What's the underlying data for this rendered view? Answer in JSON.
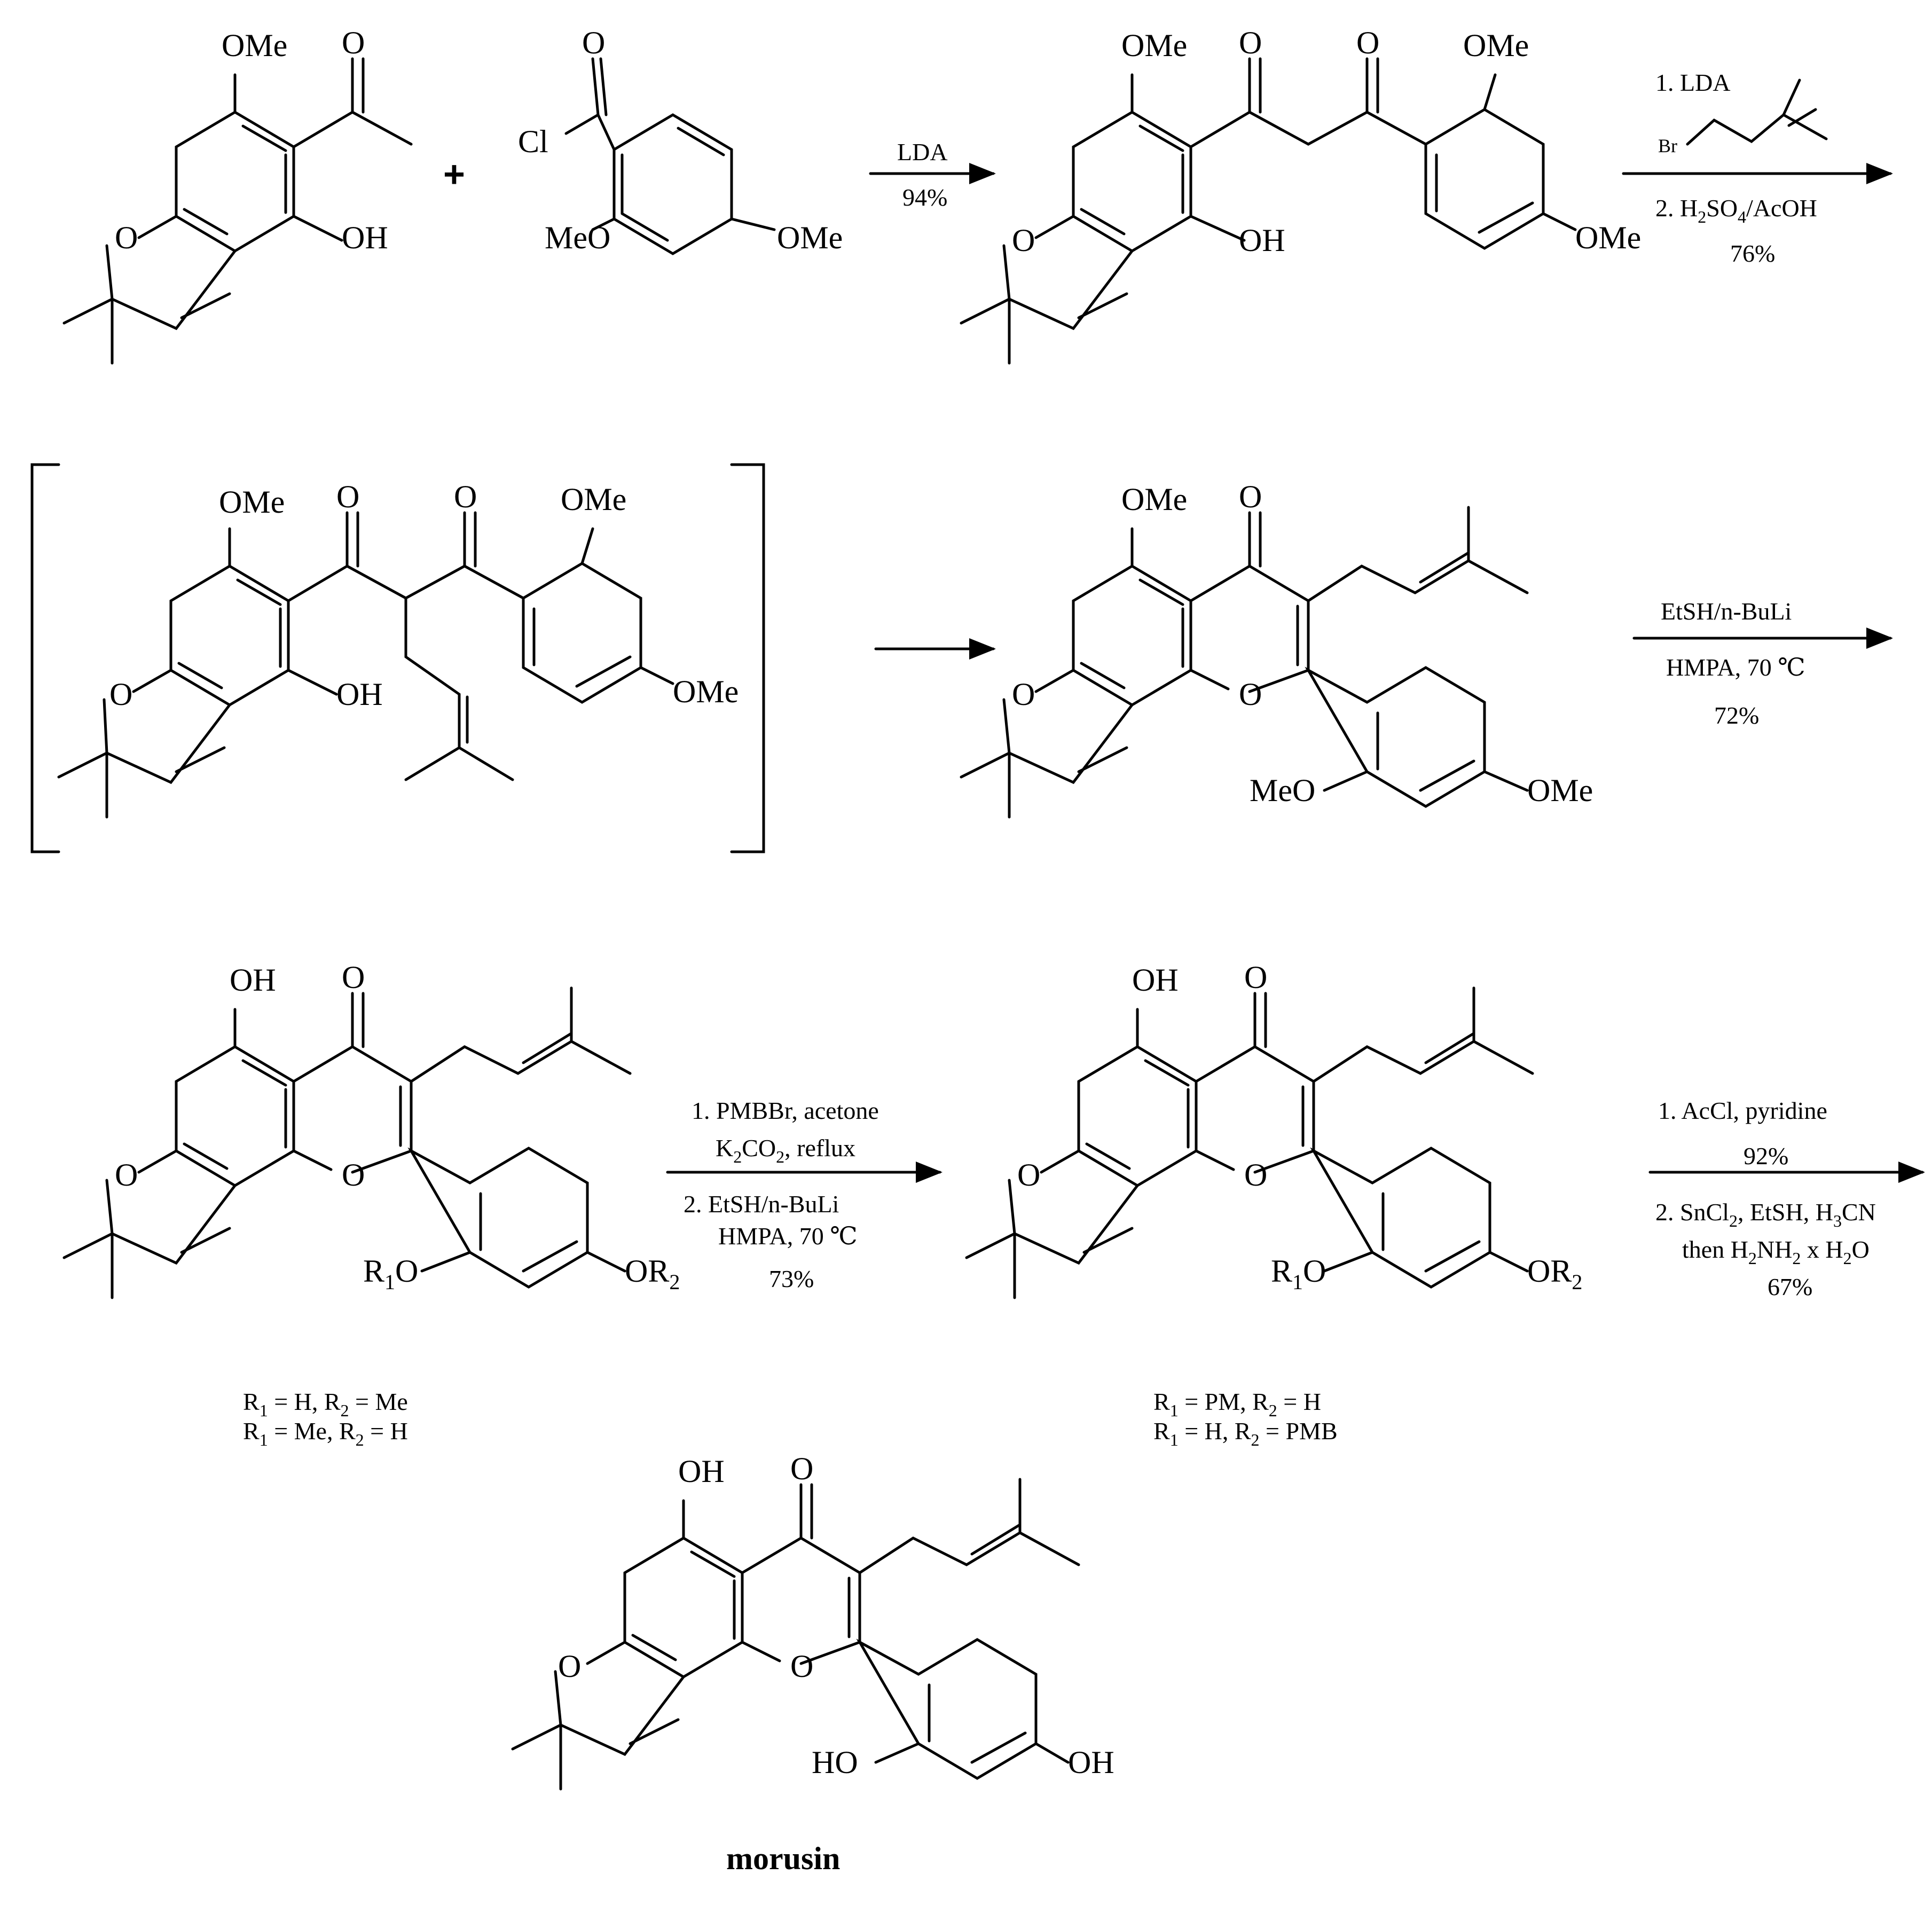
{
  "plus": "+",
  "rings": {
    "OMe": "OMe",
    "OH": "OH",
    "O": "O",
    "Cl": "Cl",
    "MeO": "MeO",
    "HO": "HO",
    "Br": "Br",
    "R": "R",
    "OR": "OR",
    "sub1": "1",
    "sub2": "2"
  },
  "steps": {
    "s1": {
      "top": "LDA",
      "bottom": "94%"
    },
    "s2": {
      "top_num": "1. LDA",
      "top_reagent": "Br",
      "b1": "2.  H",
      "b1_s1": "2",
      "b1_m": "SO",
      "b1_s2": "4",
      "b1_end": "/AcOH",
      "yield": "76%"
    },
    "s3": {},
    "s4": {
      "top": "EtSH/n-BuLi",
      "mid": "HMPA, 70 ℃",
      "yield": "72%"
    },
    "s5": {
      "l1": "1. PMBBr, acetone",
      "l2a": "K",
      "l2s1": "2",
      "l2b": "CO",
      "l2s2": "2",
      "l2c": ", reflux",
      "l3": "2. EtSH/n-BuLi",
      "l4": "HMPA, 70 ℃",
      "yield": "73%"
    },
    "s6": {
      "l1": "1. AcCl, pyridine",
      "l2": "92%",
      "l3a": "2. SnCl",
      "l3s": "2",
      "l3b": ", EtSH, H",
      "l3s2": "3",
      "l3c": "CN",
      "l4a": "then  H",
      "l4s1": "2",
      "l4b": "NH",
      "l4s2": "2",
      "l4c": " x H",
      "l4s3": "2",
      "l4d": "O",
      "yield": "67%"
    }
  },
  "notes": {
    "left": {
      "a1": "R",
      "a1s": "1",
      "a2": " = H, R",
      "a2s": "2",
      "a3": " = Me",
      "b1": "R",
      "b1s": "1",
      "b2": " = Me, R",
      "b2s": "2",
      "b3": " = H"
    },
    "mid": {
      "a1": "R",
      "a1s": "1",
      "a2": " = PM, R",
      "a2s": "2",
      "a3": " = H",
      "b1": "R",
      "b1s": "1",
      "b2": " = H, R",
      "b2s": "2",
      "b3": " = PMB"
    }
  },
  "product_name": "morusin"
}
